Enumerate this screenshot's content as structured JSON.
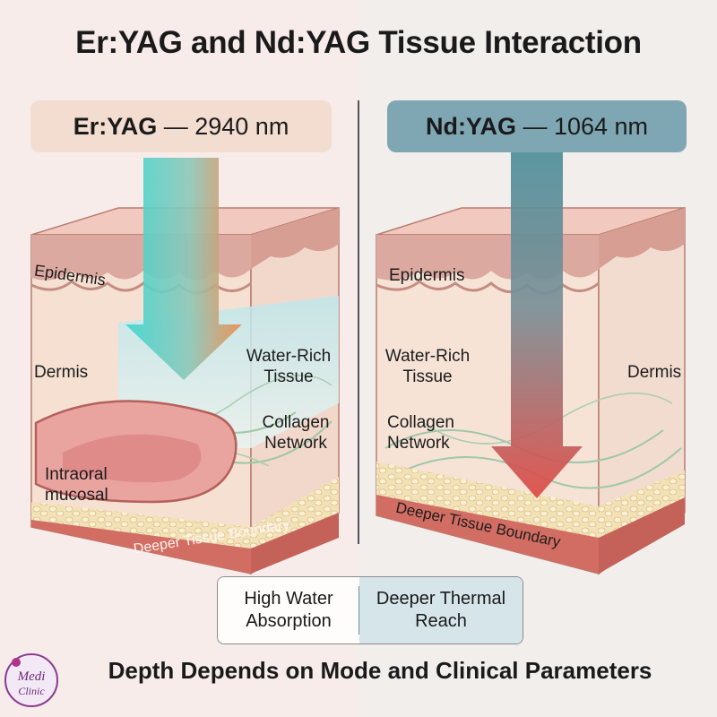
{
  "title": "Er:YAG and Nd:YAG Tissue Interaction",
  "left": {
    "mode_name": "Er:YAG",
    "mode_wavelength": " — 2940 nm",
    "labels": {
      "epidermis": "Epidermis",
      "dermis": "Dermis",
      "water_rich": "Water-Rich Tissue",
      "collagen": "Collagen Network",
      "mucosal": "Intraoral mucosal",
      "boundary": "Deeper Tissue Boundary"
    },
    "arrow_colors": [
      "#3fd6d0",
      "#f08a4b"
    ]
  },
  "right": {
    "mode_name": "Nd:YAG",
    "mode_wavelength": " — 1064 nm",
    "labels": {
      "epidermis": "Epidermis",
      "dermis": "Dermis",
      "water_rich": "Water-Rich Tissue",
      "collagen": "Collagen Network",
      "boundary": "Deeper Tissue Boundary"
    },
    "arrow_colors": [
      "#4f8e9a",
      "#e04a45"
    ]
  },
  "legend": {
    "left": "High Water Absorption",
    "right": "Deeper Thermal Reach"
  },
  "footer": "Depth Depends on Mode and Clinical Parameters",
  "logo": {
    "line1": "Medi",
    "line2": "Clinic"
  }
}
